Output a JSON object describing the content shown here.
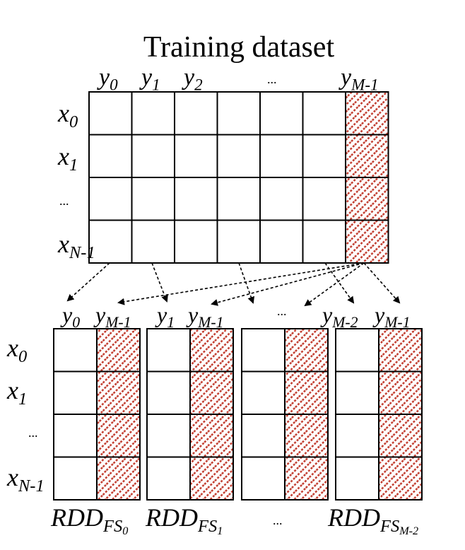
{
  "title": "Training dataset",
  "main_matrix": {
    "column_labels": [
      {
        "base": "y",
        "sub": "0"
      },
      {
        "base": "y",
        "sub": "1"
      },
      {
        "base": "y",
        "sub": "2"
      },
      {
        "base": "",
        "sub": "",
        "text": "..."
      },
      {
        "base": "y",
        "sub": "M-1"
      }
    ],
    "row_labels": [
      {
        "base": "x",
        "sub": "0"
      },
      {
        "base": "x",
        "sub": "1"
      },
      {
        "base": "",
        "sub": "",
        "text": "..."
      },
      {
        "base": "x",
        "sub": "N-1"
      }
    ],
    "rows": 4,
    "cols": 7,
    "hatched_column": "label column y_M-1"
  },
  "sub_headers": [
    [
      {
        "base": "y",
        "sub": "0"
      },
      {
        "base": "y",
        "sub": "M-1"
      }
    ],
    [
      {
        "base": "y",
        "sub": "1"
      },
      {
        "base": "y",
        "sub": "M-1"
      }
    ],
    [
      {
        "text": "..."
      }
    ],
    [
      {
        "base": "y",
        "sub": "M-2"
      },
      {
        "base": "y",
        "sub": "M-1"
      }
    ]
  ],
  "sub_row_labels": [
    {
      "base": "x",
      "sub": "0"
    },
    {
      "base": "x",
      "sub": "1"
    },
    {
      "text": "..."
    },
    {
      "base": "x",
      "sub": "N-1"
    }
  ],
  "rdd_labels": [
    {
      "base": "RDD",
      "sub": "FS",
      "subsub": "0"
    },
    {
      "base": "RDD",
      "sub": "FS",
      "subsub": "1"
    },
    {
      "text": "..."
    },
    {
      "base": "RDD",
      "sub": "FS",
      "subsub": "M-2"
    }
  ],
  "colors": {
    "hatch_stripe": "#c0392b",
    "hatch_background": "#ffffff",
    "line": "#000000"
  }
}
